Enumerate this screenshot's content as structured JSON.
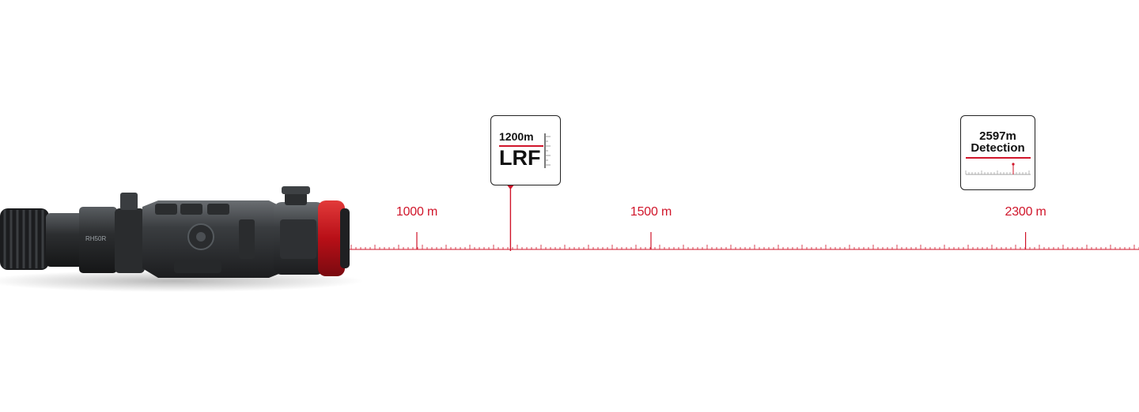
{
  "brand_color": "#d0152a",
  "device": {
    "icon": "thermal-riflescope-icon",
    "model_text": "RH50R"
  },
  "scale": {
    "unit": "m",
    "markers": [
      {
        "value": 1000,
        "label": "1000 m"
      },
      {
        "value": 1500,
        "label": "1500 m"
      },
      {
        "value": 2300,
        "label": "2300 m"
      }
    ]
  },
  "callouts": {
    "lrf": {
      "value": 1200,
      "distance": "1200m",
      "title": "LRF"
    },
    "detection": {
      "value": 2597,
      "distance": "2597m",
      "title": "Detection"
    }
  }
}
